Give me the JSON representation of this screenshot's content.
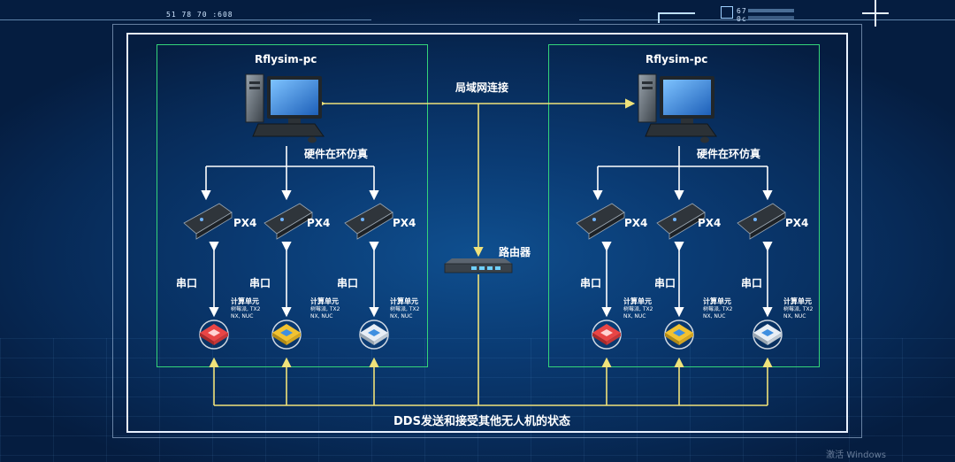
{
  "hud": {
    "top_numbers": "51   78   70   :608",
    "top_right_a": "67",
    "top_right_b": "0c"
  },
  "title_link": "局域网连接",
  "router_label": "路由器",
  "bottom_label": "DDS发送和接受其他无人机的状态",
  "watermark": "激活 Windows",
  "groups": [
    {
      "pc_label": "Rflysim-pc",
      "hil_label": "硬件在环仿真",
      "px4_labels": [
        "PX4",
        "PX4",
        "PX4"
      ],
      "serial_labels": [
        "串口",
        "串口",
        "串口"
      ],
      "compute_title": "计算单元",
      "compute_sub_1": "树莓派, TX2",
      "compute_sub_2": "NX, NUC"
    },
    {
      "pc_label": "Rflysim-pc",
      "hil_label": "硬件在环仿真",
      "px4_labels": [
        "PX4",
        "PX4",
        "PX4"
      ],
      "serial_labels": [
        "串口",
        "串口",
        "串口"
      ],
      "compute_title": "计算单元",
      "compute_sub_1": "树莓派, TX2",
      "compute_sub_2": "NX, NUC"
    }
  ],
  "colors": {
    "group_border": "#34d47a",
    "white_line": "#ffffff",
    "yellow_line": "#f0e27a",
    "chip_red": "#e84545",
    "chip_yellow": "#f2c230",
    "chip_blue": "#3f8fe0",
    "chip_white": "#e8eef5"
  }
}
